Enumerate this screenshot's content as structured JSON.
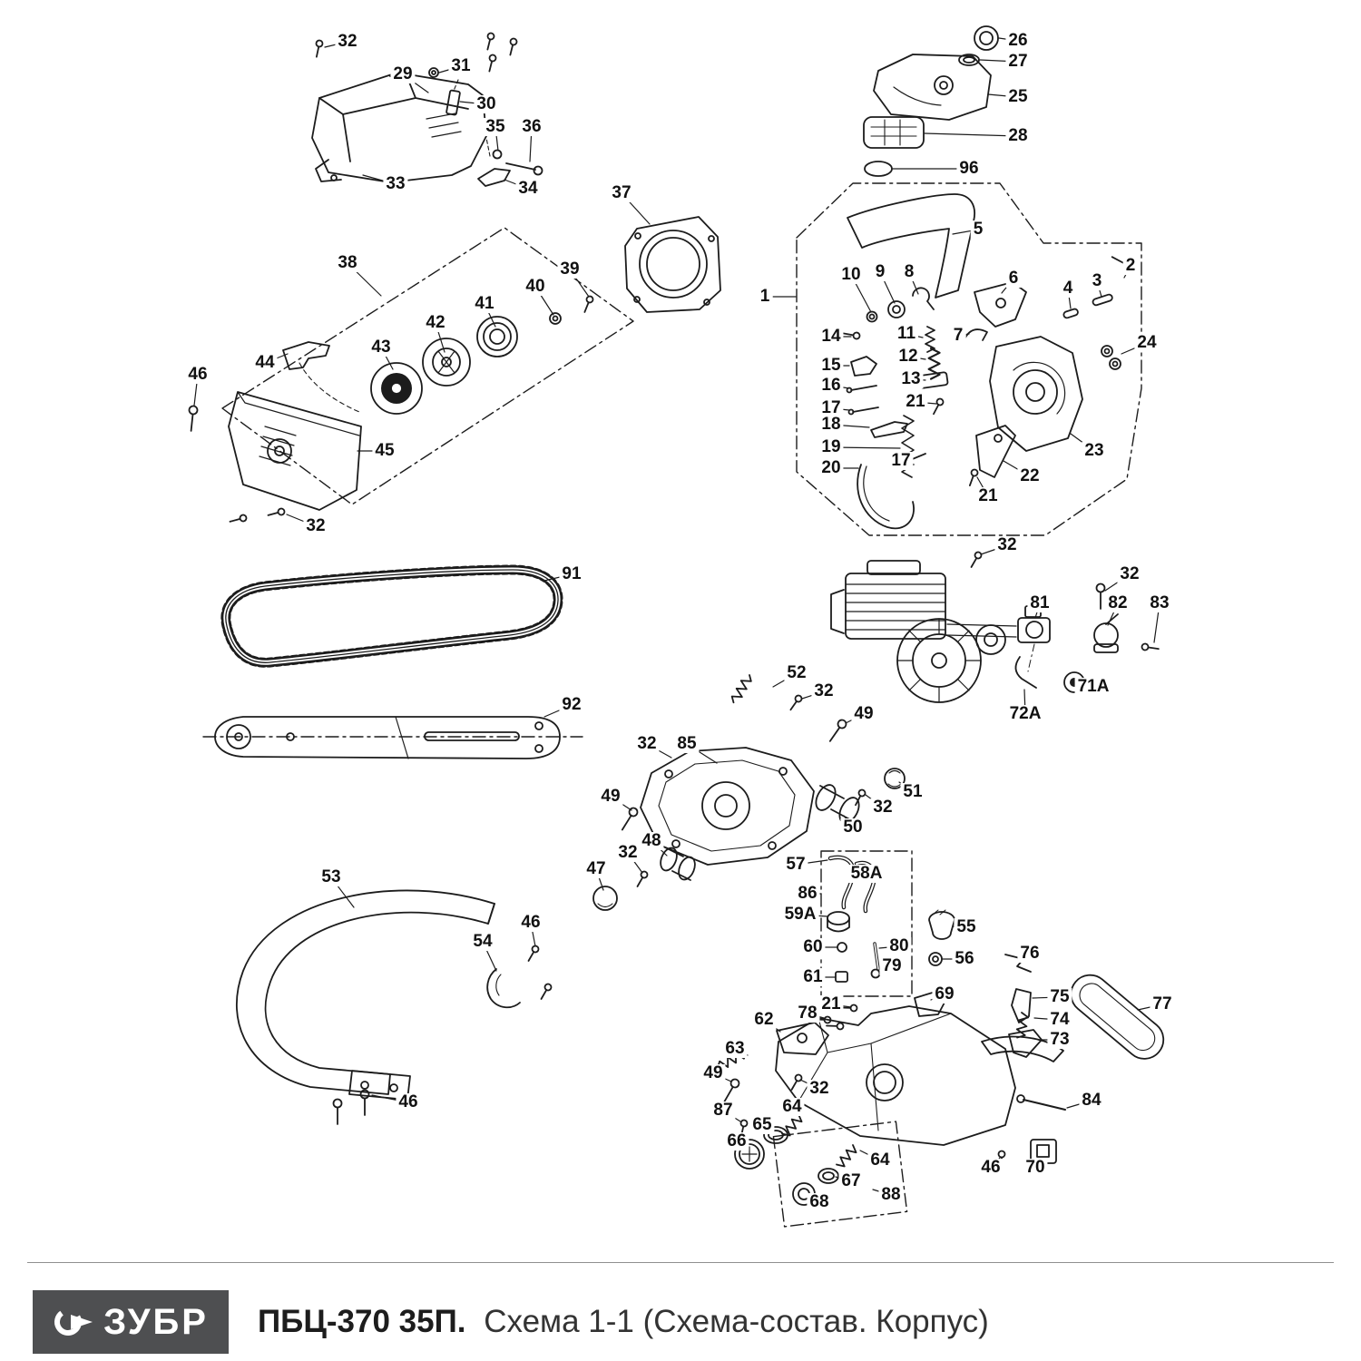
{
  "footer": {
    "brand": "ЗУБР",
    "title_bold": "ПБЦ-370 35П.",
    "title_rest": "Схема 1-1 (Схема-состав. Корпус)"
  },
  "colors": {
    "line": "#1c1c1c",
    "footer_rule": "#8f8f8f",
    "logo_bg": "#4e4f51",
    "logo_text": "#ffffff"
  },
  "diagram": {
    "labels": [
      [
        "32",
        383,
        46,
        358,
        52
      ],
      [
        "29",
        444,
        82,
        472,
        102
      ],
      [
        "31",
        508,
        73,
        484,
        80
      ],
      [
        "30",
        536,
        115,
        507,
        112
      ],
      [
        "35",
        546,
        140,
        549,
        166
      ],
      [
        "36",
        586,
        140,
        584,
        178
      ],
      [
        "33",
        436,
        203,
        400,
        193
      ],
      [
        "34",
        582,
        208,
        556,
        198
      ],
      [
        "37",
        685,
        213,
        716,
        247
      ],
      [
        "38",
        383,
        290,
        420,
        326
      ],
      [
        "39",
        628,
        297,
        649,
        327
      ],
      [
        "40",
        590,
        316,
        610,
        347
      ],
      [
        "41",
        534,
        335,
        546,
        360
      ],
      [
        "42",
        480,
        356,
        490,
        388
      ],
      [
        "43",
        420,
        383,
        433,
        407
      ],
      [
        "44",
        292,
        400,
        317,
        390
      ],
      [
        "46",
        218,
        413,
        214,
        447
      ],
      [
        "45",
        424,
        497,
        394,
        497
      ],
      [
        "32",
        348,
        580,
        316,
        567
      ],
      [
        "26",
        1122,
        45,
        1101,
        42
      ],
      [
        "27",
        1122,
        68,
        1080,
        66
      ],
      [
        "25",
        1122,
        107,
        1089,
        104
      ],
      [
        "28",
        1122,
        150,
        1019,
        147
      ],
      [
        "96",
        1068,
        186,
        984,
        186
      ],
      [
        "5",
        1078,
        253,
        1050,
        258
      ],
      [
        "2",
        1246,
        293,
        1239,
        306
      ],
      [
        "3",
        1209,
        310,
        1214,
        327
      ],
      [
        "4",
        1177,
        318,
        1180,
        340
      ],
      [
        "10",
        938,
        303,
        960,
        344
      ],
      [
        "9",
        970,
        300,
        986,
        334
      ],
      [
        "8",
        1002,
        300,
        1012,
        324
      ],
      [
        "6",
        1117,
        307,
        1104,
        323
      ],
      [
        "1",
        843,
        327,
        877,
        327
      ],
      [
        "14",
        916,
        371,
        938,
        371
      ],
      [
        "11",
        999,
        368,
        1017,
        372
      ],
      [
        "7",
        1056,
        370,
        1068,
        368
      ],
      [
        "24",
        1264,
        378,
        1236,
        390
      ],
      [
        "12",
        1001,
        393,
        1020,
        396
      ],
      [
        "15",
        916,
        403,
        936,
        403
      ],
      [
        "13",
        1004,
        418,
        1020,
        419
      ],
      [
        "16",
        916,
        425,
        936,
        428
      ],
      [
        "21",
        1009,
        443,
        1032,
        445
      ],
      [
        "17",
        916,
        450,
        936,
        452
      ],
      [
        "18",
        916,
        468,
        958,
        471
      ],
      [
        "19",
        916,
        493,
        992,
        494
      ],
      [
        "23",
        1206,
        497,
        1180,
        478
      ],
      [
        "17",
        993,
        508,
        1006,
        506
      ],
      [
        "20",
        916,
        516,
        946,
        516
      ],
      [
        "22",
        1135,
        525,
        1106,
        508
      ],
      [
        "21",
        1089,
        547,
        1077,
        526
      ],
      [
        "32",
        1110,
        601,
        1081,
        611
      ],
      [
        "91",
        630,
        633,
        600,
        640
      ],
      [
        "32",
        1245,
        633,
        1218,
        651
      ],
      [
        "81",
        1146,
        665,
        1141,
        681
      ],
      [
        "82",
        1232,
        665,
        1221,
        689
      ],
      [
        "83",
        1278,
        665,
        1272,
        708
      ],
      [
        "71A",
        1205,
        757,
        1196,
        753
      ],
      [
        "72A",
        1130,
        787,
        1129,
        760
      ],
      [
        "52",
        878,
        742,
        852,
        757
      ],
      [
        "32",
        908,
        762,
        884,
        770
      ],
      [
        "49",
        952,
        787,
        932,
        797
      ],
      [
        "92",
        630,
        777,
        600,
        790
      ],
      [
        "32",
        713,
        820,
        740,
        835
      ],
      [
        "85",
        757,
        820,
        790,
        841
      ],
      [
        "49",
        673,
        878,
        696,
        893
      ],
      [
        "51",
        1006,
        873,
        991,
        862
      ],
      [
        "32",
        973,
        890,
        954,
        876
      ],
      [
        "50",
        940,
        912,
        930,
        899
      ],
      [
        "48",
        718,
        927,
        735,
        943
      ],
      [
        "32",
        692,
        940,
        708,
        962
      ],
      [
        "47",
        657,
        958,
        665,
        981
      ],
      [
        "57",
        877,
        953,
        912,
        948
      ],
      [
        "58A",
        955,
        963,
        947,
        956
      ],
      [
        "86",
        890,
        985,
        905,
        985
      ],
      [
        "59A",
        882,
        1008,
        912,
        1010
      ],
      [
        "55",
        1065,
        1022,
        1050,
        1021
      ],
      [
        "60",
        896,
        1044,
        923,
        1044
      ],
      [
        "80",
        991,
        1043,
        969,
        1045
      ],
      [
        "56",
        1063,
        1057,
        1038,
        1057
      ],
      [
        "79",
        983,
        1065,
        970,
        1071
      ],
      [
        "61",
        896,
        1077,
        921,
        1077
      ],
      [
        "76",
        1135,
        1051,
        1122,
        1057
      ],
      [
        "53",
        365,
        967,
        390,
        1000
      ],
      [
        "54",
        532,
        1038,
        547,
        1070
      ],
      [
        "46",
        585,
        1017,
        590,
        1043
      ],
      [
        "69",
        1041,
        1096,
        1026,
        1102
      ],
      [
        "75",
        1168,
        1099,
        1138,
        1100
      ],
      [
        "21",
        916,
        1107,
        938,
        1110
      ],
      [
        "74",
        1168,
        1124,
        1140,
        1122
      ],
      [
        "78",
        890,
        1117,
        908,
        1122
      ],
      [
        "77",
        1281,
        1107,
        1254,
        1113
      ],
      [
        "62",
        842,
        1124,
        860,
        1137
      ],
      [
        "73",
        1168,
        1146,
        1144,
        1146
      ],
      [
        "63",
        810,
        1156,
        824,
        1163
      ],
      [
        "49",
        786,
        1183,
        806,
        1192
      ],
      [
        "32",
        903,
        1200,
        882,
        1190
      ],
      [
        "46",
        450,
        1215,
        410,
        1207
      ],
      [
        "87",
        797,
        1224,
        816,
        1236
      ],
      [
        "64",
        873,
        1220,
        881,
        1230
      ],
      [
        "65",
        840,
        1240,
        852,
        1247
      ],
      [
        "66",
        812,
        1258,
        820,
        1265
      ],
      [
        "64",
        970,
        1279,
        948,
        1268
      ],
      [
        "84",
        1203,
        1213,
        1176,
        1221
      ],
      [
        "46",
        1092,
        1287,
        1103,
        1275
      ],
      [
        "70",
        1141,
        1287,
        1147,
        1279
      ],
      [
        "67",
        938,
        1302,
        921,
        1297
      ],
      [
        "88",
        982,
        1317,
        962,
        1311
      ],
      [
        "68",
        903,
        1325,
        894,
        1317
      ]
    ]
  }
}
